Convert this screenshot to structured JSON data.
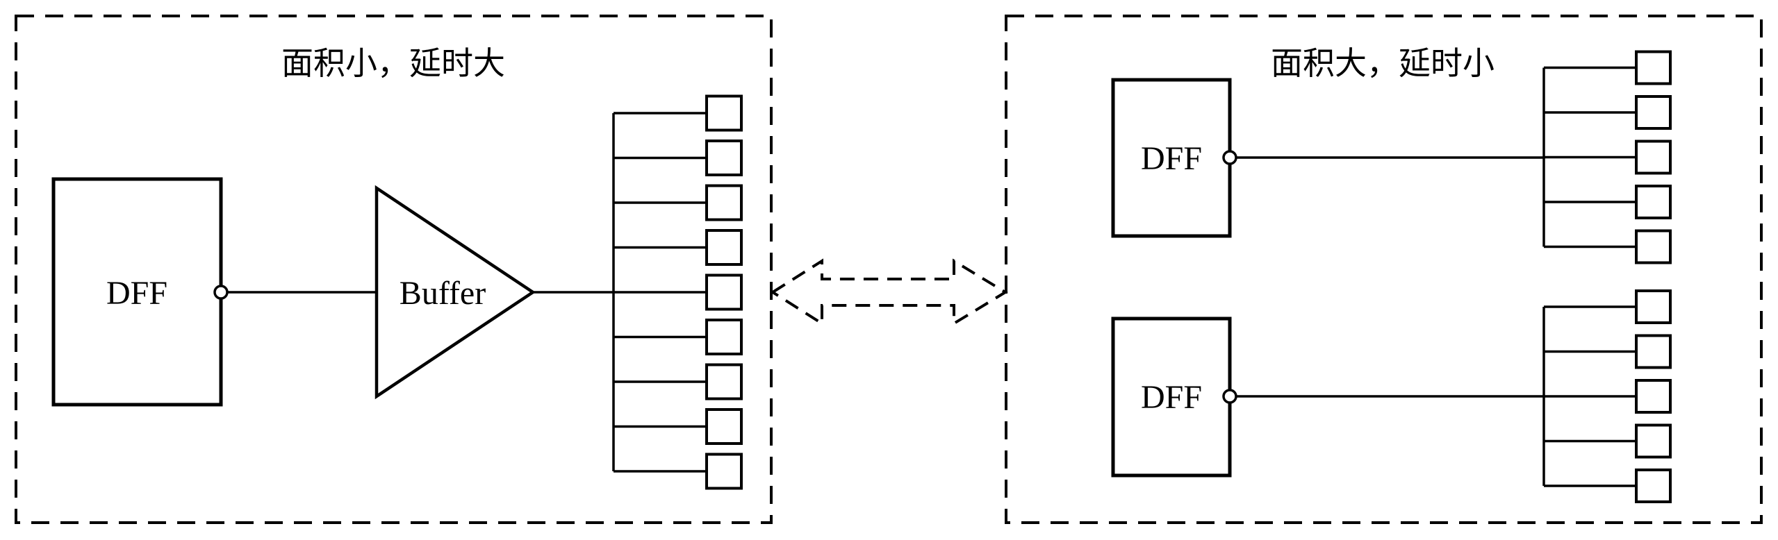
{
  "figure": {
    "background": "#ffffff",
    "line_color": "#000000",
    "left_region": {
      "title": "面积小，延时大",
      "dff_label": "DFF",
      "buffer_label": "Buffer",
      "load_count": 9
    },
    "right_region": {
      "title": "面积大，延时小",
      "dff_top_label": "DFF",
      "dff_bottom_label": "DFF",
      "group_count": 2,
      "load_count_per_group": 5
    }
  }
}
